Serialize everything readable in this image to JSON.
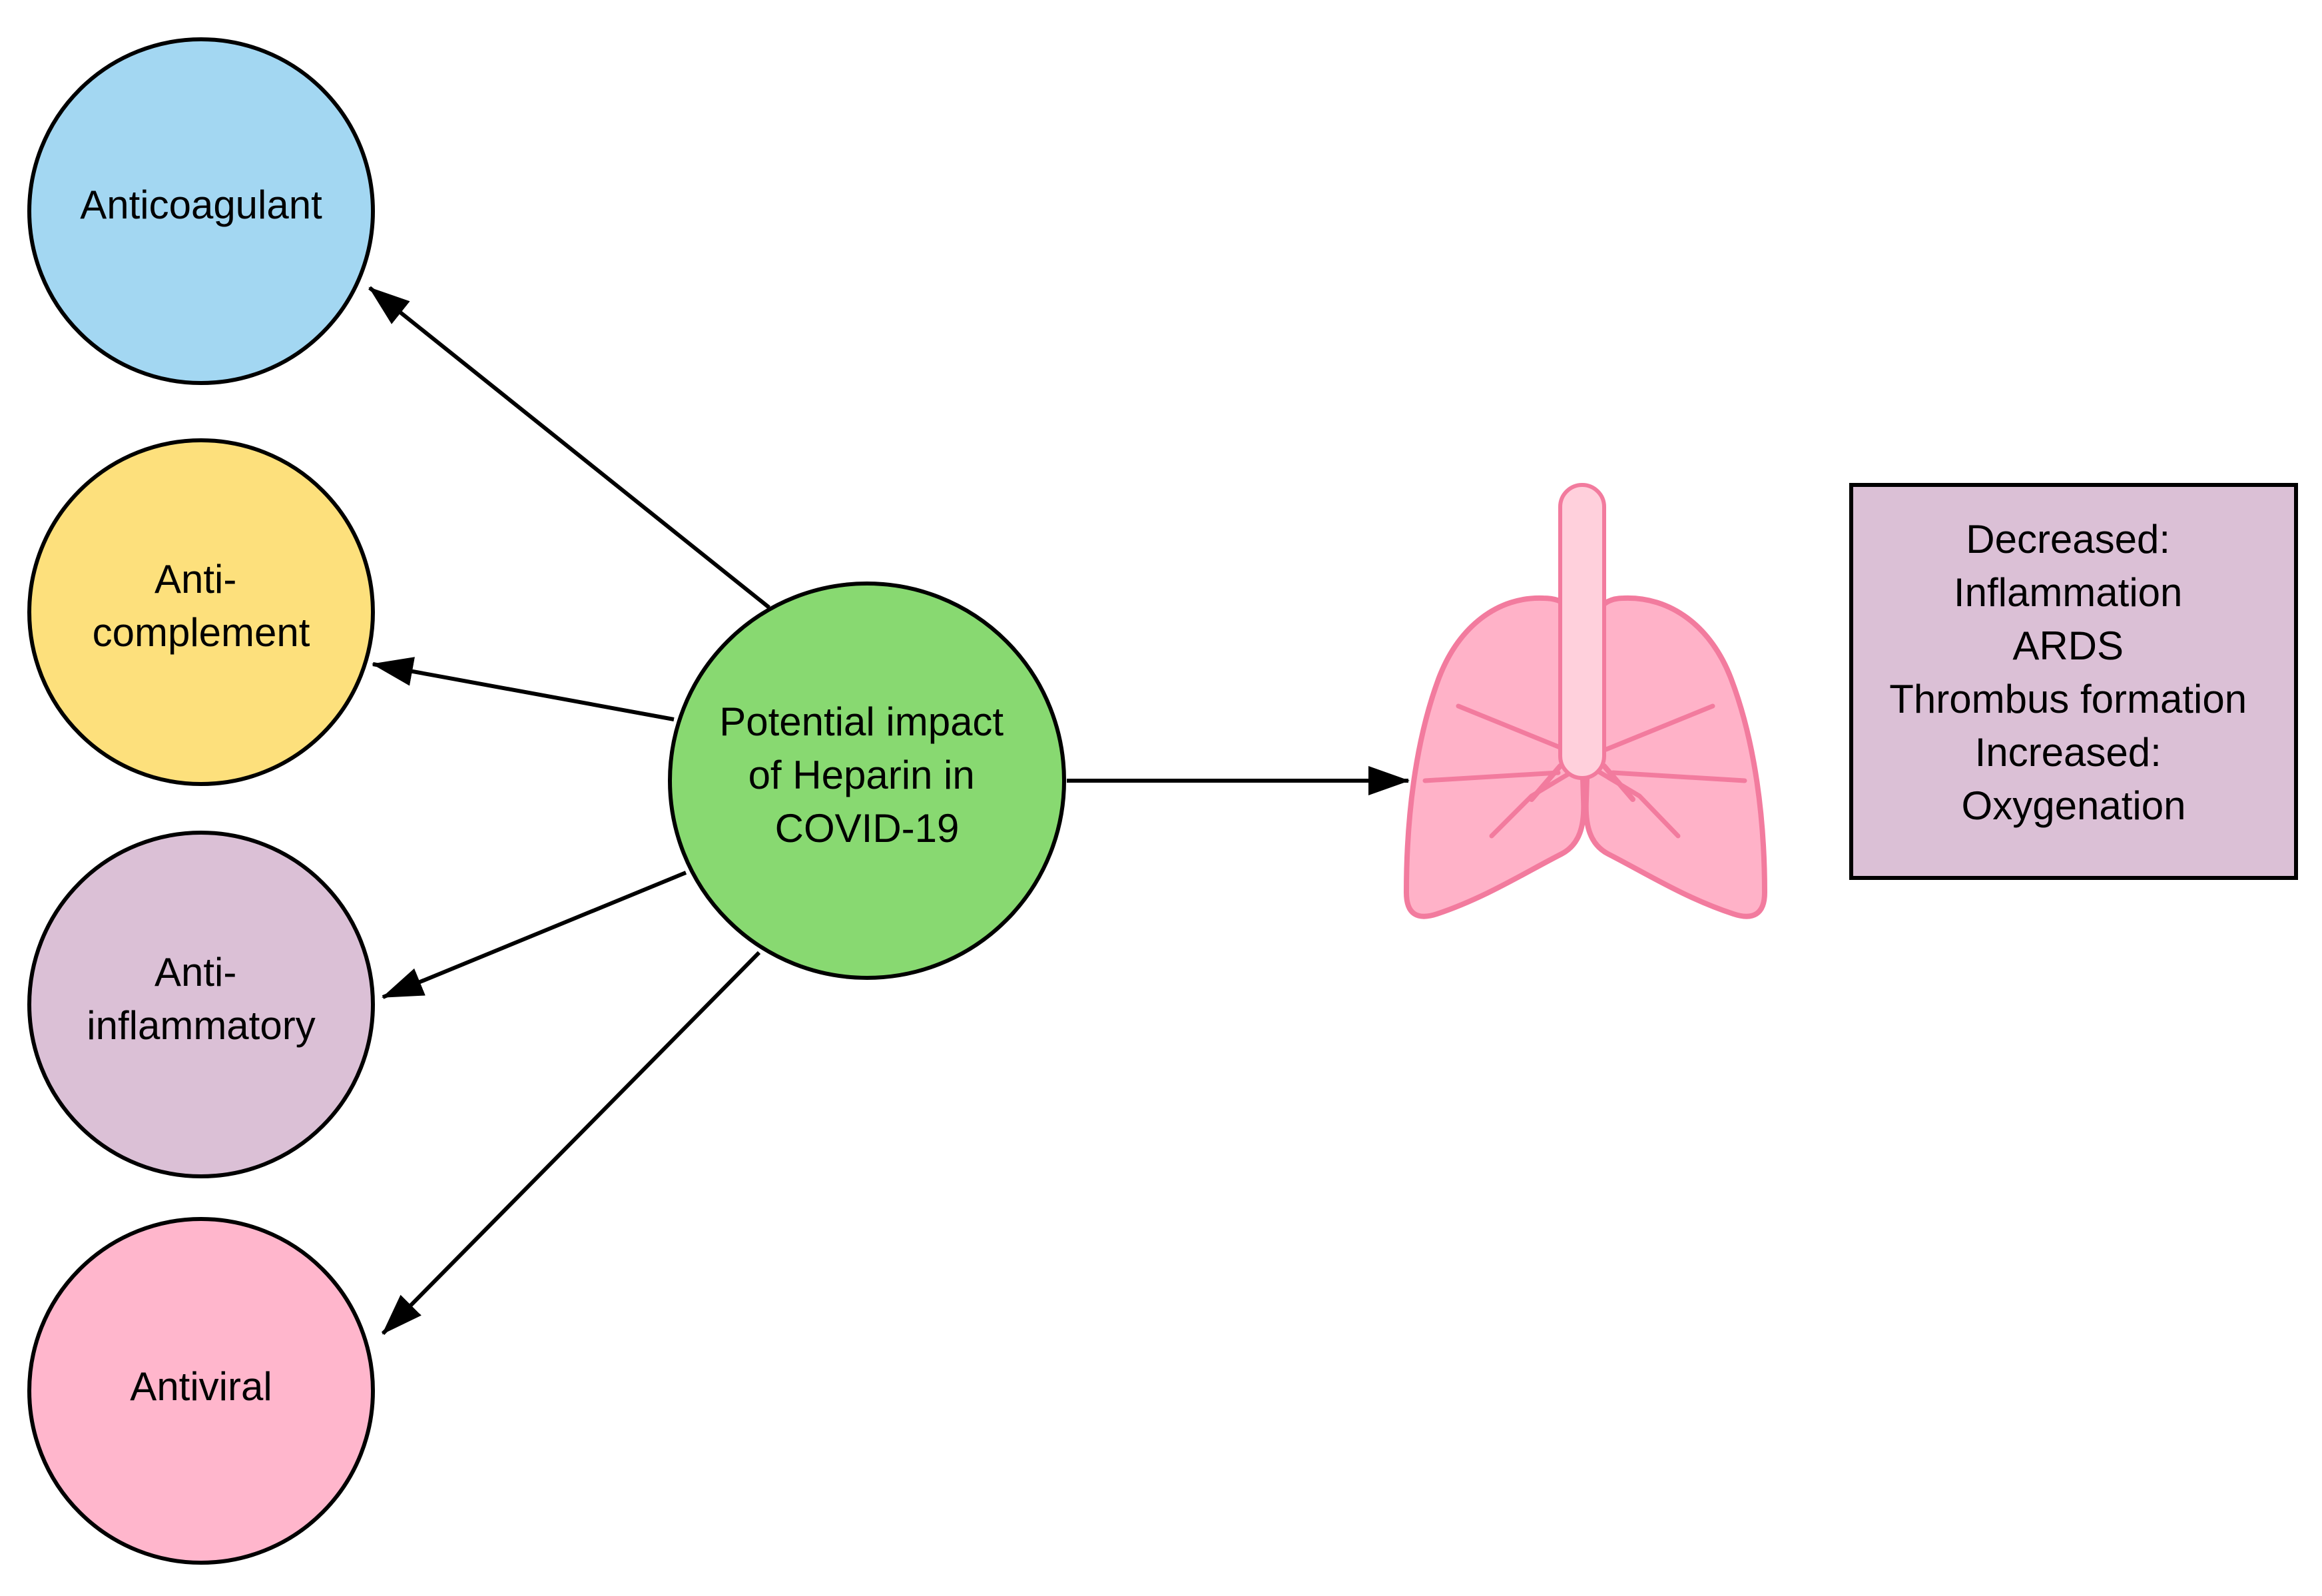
{
  "nodes": {
    "center": {
      "lines": [
        "Potential impact",
        "of Heparin in",
        "COVID-19"
      ],
      "color": "#88d971"
    },
    "anticoagulant": {
      "lines": [
        "Anticoagulant"
      ],
      "color": "#a3d7f2"
    },
    "anti_complement": {
      "lines": [
        "Anti-",
        "complement"
      ],
      "color": "#fde07c"
    },
    "anti_inflammatory": {
      "lines": [
        "Anti-",
        "inflammatory"
      ],
      "color": "#dbc0d6"
    },
    "antiviral": {
      "lines": [
        "Antiviral"
      ],
      "color": "#ffb6cc"
    }
  },
  "outcome_box": {
    "lines": [
      "Decreased:",
      "Inflammation",
      "ARDS",
      "Thrombus formation",
      "Increased:",
      "Oxygenation"
    ],
    "color": "#dbc0d6"
  },
  "lungs": {
    "icon": "lungs-icon",
    "fill_color": "#ffb2c8",
    "stroke_color": "#f27b9e",
    "trachea_color": "#ffd0dc"
  },
  "colors": {
    "stroke": "#000000",
    "arrow": "#000000"
  }
}
